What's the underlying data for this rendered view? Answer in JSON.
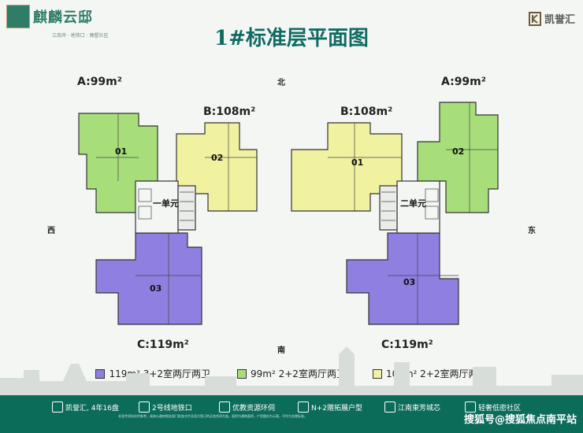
{
  "header": {
    "logo_left": "麒麟云邸",
    "logo_left_sub": "江南岸 · 地铁口 · 臻墅社区",
    "logo_right": "凯誉汇",
    "title": "1#标准层平面图"
  },
  "compass": {
    "north": "北",
    "south": "南",
    "west": "西",
    "east": "东"
  },
  "area_labels": {
    "a_left": "A:99m²",
    "a_right": "A:99m²",
    "b_left": "B:108m²",
    "b_right": "B:108m²",
    "c_left": "C:119m²",
    "c_right": "C:119m²"
  },
  "units": {
    "u01_left": "01",
    "u02_left": "02",
    "u03_left": "03",
    "u01_right": "01",
    "u02_right": "02",
    "u03_right": "03",
    "unit1": "一单元",
    "unit2": "二单元"
  },
  "legend": [
    {
      "text": "119m²  3+2室两厅两卫",
      "color": "#8f7fe0"
    },
    {
      "text": "99m²  2+2室两厅两卫",
      "color": "#a8de7a"
    },
    {
      "text": "108m²  2+2室两厅两卫",
      "color": "#f0f2a0"
    }
  ],
  "footer": {
    "features": [
      "凯誉汇, 4年16盘",
      "2号线地铁口",
      "优教资源环伺",
      "N+2赠拓展户型",
      "江南東芳城芯",
      "轻奢低密社区"
    ],
    "disclaimer": "本宣传资料仅供参考，具体以政府相关部门批准文件及双方签订的买卖合同为准。面积为建筑面积，户型图仅为示意，不作为交楼标准。",
    "watermark": "搜狐号@搜狐焦点南平站"
  },
  "colors": {
    "c119": "#8f7fe0",
    "c99": "#a8de7a",
    "c108": "#f0f2a0",
    "brand": "#0f6b62"
  }
}
